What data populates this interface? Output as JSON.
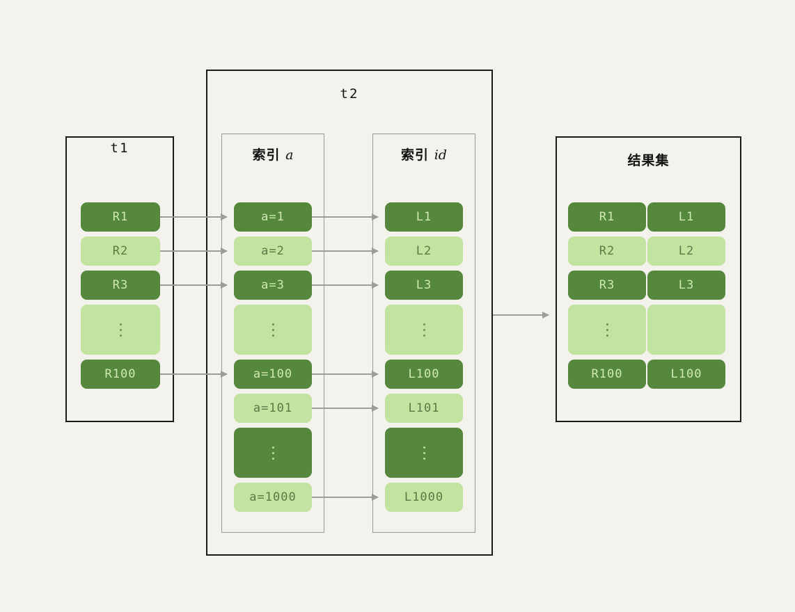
{
  "diagram": {
    "background_color": "#f4f2ed",
    "dark_green": "#55883c",
    "light_green": "#c3e3a0",
    "arrow_color": "#9d9d98",
    "frame_color": "#1a1a1a",
    "subframe_color": "#9a9a95"
  },
  "t1_box": {
    "title": "t1",
    "cells": [
      {
        "label": "R1",
        "shade": "dark"
      },
      {
        "label": "R2",
        "shade": "light"
      },
      {
        "label": "R3",
        "shade": "dark"
      },
      {
        "label": "",
        "shade": "light",
        "ellipsis": true
      },
      {
        "label": "R100",
        "shade": "dark"
      }
    ]
  },
  "t2_box": {
    "title": "t2",
    "index_a": {
      "title_cjk": "索引",
      "title_latin": "a",
      "cells": [
        {
          "label": "a=1",
          "shade": "dark"
        },
        {
          "label": "a=2",
          "shade": "light"
        },
        {
          "label": "a=3",
          "shade": "dark"
        },
        {
          "label": "",
          "shade": "light",
          "ellipsis": true
        },
        {
          "label": "a=100",
          "shade": "dark"
        },
        {
          "label": "a=101",
          "shade": "light"
        },
        {
          "label": "",
          "shade": "dark",
          "ellipsis": true
        },
        {
          "label": "a=1000",
          "shade": "light"
        }
      ]
    },
    "index_id": {
      "title_cjk": "索引",
      "title_latin": "id",
      "cells": [
        {
          "label": "L1",
          "shade": "dark"
        },
        {
          "label": "L2",
          "shade": "light"
        },
        {
          "label": "L3",
          "shade": "dark"
        },
        {
          "label": "",
          "shade": "light",
          "ellipsis": true
        },
        {
          "label": "L100",
          "shade": "dark"
        },
        {
          "label": "L101",
          "shade": "light"
        },
        {
          "label": "",
          "shade": "dark",
          "ellipsis": true
        },
        {
          "label": "L1000",
          "shade": "light"
        }
      ]
    }
  },
  "result_box": {
    "title": "结果集",
    "rows": [
      {
        "left": "R1",
        "right": "L1",
        "shade": "dark"
      },
      {
        "left": "R2",
        "right": "L2",
        "shade": "light"
      },
      {
        "left": "R3",
        "right": "L3",
        "shade": "dark"
      },
      {
        "left": "",
        "right": "",
        "shade": "light",
        "ellipsis": true
      },
      {
        "left": "R100",
        "right": "L100",
        "shade": "dark"
      }
    ]
  },
  "arrows": {
    "t1_to_a": [
      {
        "from": "R1",
        "to": "a=1"
      },
      {
        "from": "R2",
        "to": "a=2"
      },
      {
        "from": "R3",
        "to": "a=3"
      },
      {
        "from": "R100",
        "to": "a=100"
      }
    ],
    "a_to_id": [
      {
        "from": "a=1",
        "to": "L1"
      },
      {
        "from": "a=2",
        "to": "L2"
      },
      {
        "from": "a=3",
        "to": "L3"
      },
      {
        "from": "a=100",
        "to": "L100"
      },
      {
        "from": "a=101",
        "to": "L101"
      },
      {
        "from": "a=1000",
        "to": "L1000"
      }
    ],
    "t2_to_result": [
      {
        "from": "t2",
        "to": "结果集"
      }
    ]
  }
}
